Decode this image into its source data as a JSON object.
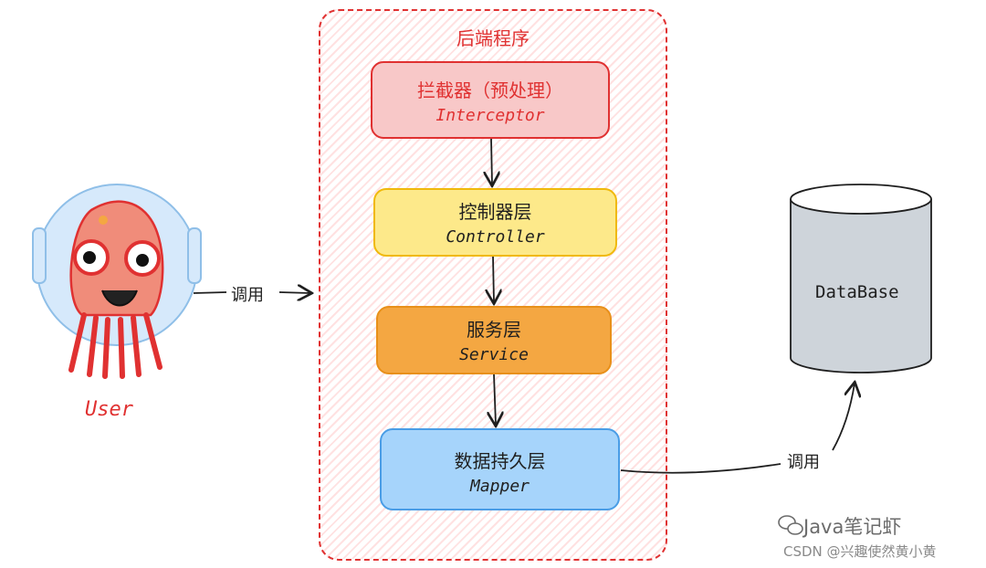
{
  "container": {
    "title": "后端程序"
  },
  "layers": {
    "interceptor": {
      "cn": "拦截器（预处理）",
      "en": "Interceptor"
    },
    "controller": {
      "cn": "控制器层",
      "en": "Controller"
    },
    "service": {
      "cn": "服务层",
      "en": "Service"
    },
    "mapper": {
      "cn": "数据持久层",
      "en": "Mapper"
    }
  },
  "user": {
    "label": "User"
  },
  "database": {
    "label": "DataBase"
  },
  "edges": {
    "user_call": "调用",
    "db_call": "调用"
  },
  "watermark": {
    "wechat": "Java笔记虾",
    "csdn": "CSDN @兴趣使然黄小黄"
  },
  "colors": {
    "red": "#e03131",
    "yellow": "#fde98a",
    "orange": "#f4a742",
    "blue": "#a6d4fb",
    "db_gray": "#ced4da"
  }
}
